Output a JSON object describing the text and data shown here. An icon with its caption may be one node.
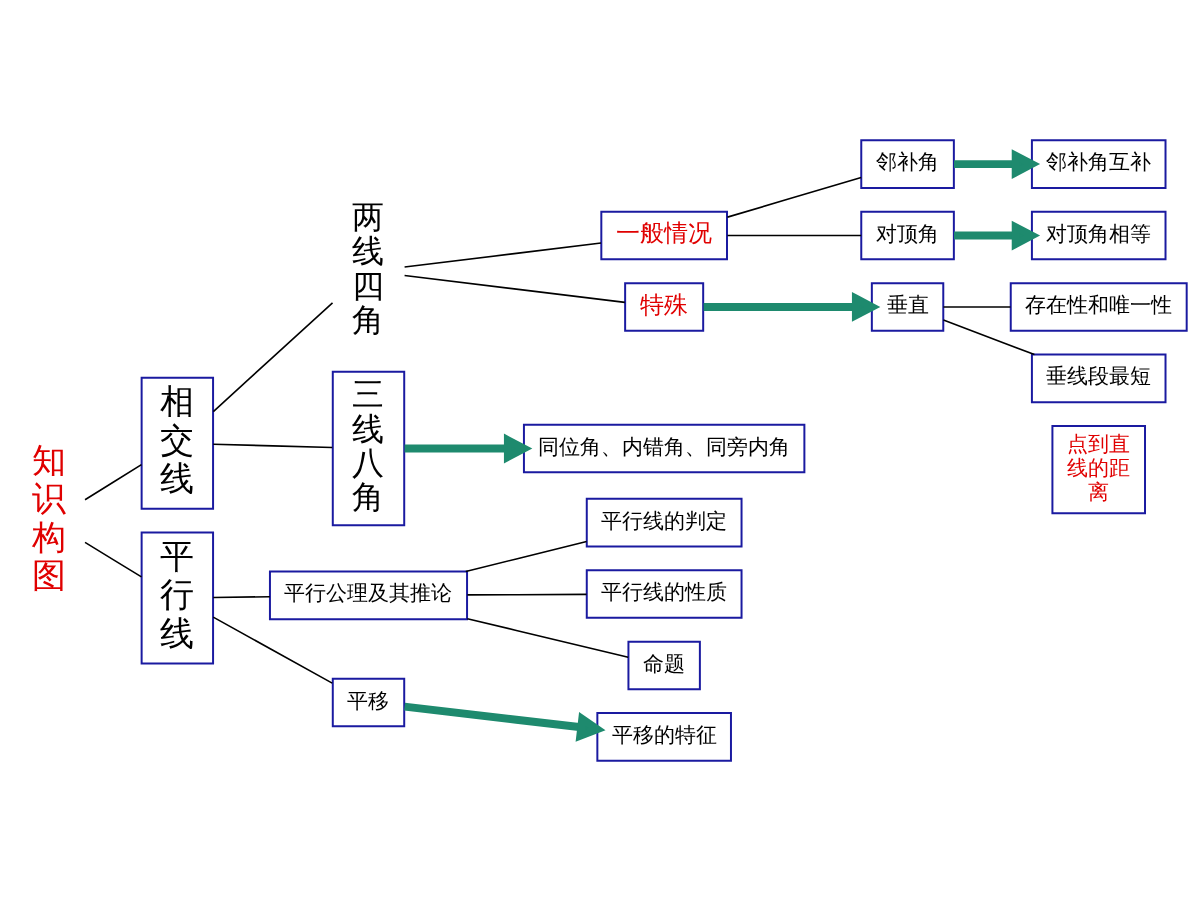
{
  "diagram": {
    "nodes": [
      {
        "text": [
          "知识构图"
        ]
      },
      {
        "text": [
          "相交线"
        ]
      },
      {
        "text": [
          "平行线"
        ]
      },
      {
        "text": [
          "两线四角"
        ]
      },
      {
        "text": [
          "三线八角"
        ]
      },
      {
        "text": [
          "一般情况"
        ]
      },
      {
        "text": [
          "特殊"
        ]
      },
      {
        "text": [
          "邻补角"
        ]
      },
      {
        "text": [
          "对顶角"
        ]
      },
      {
        "text": [
          "邻补角互补"
        ]
      },
      {
        "text": [
          "对顶角相等"
        ]
      },
      {
        "text": [
          "垂直"
        ]
      },
      {
        "text": [
          "存在性和唯一性"
        ]
      },
      {
        "text": [
          "垂线段最短"
        ]
      },
      {
        "text": [
          "点到直线的距离"
        ]
      },
      {
        "text": [
          "同位角、内错角、同旁内角"
        ]
      },
      {
        "text": [
          "平行公理及其推论"
        ]
      },
      {
        "text": [
          "平移"
        ]
      },
      {
        "text": [
          "平行线的判定"
        ]
      },
      {
        "text": [
          "平行线的性质"
        ]
      },
      {
        "text": [
          "命题"
        ]
      },
      {
        "text": [
          "平移的特征"
        ]
      }
    ],
    "edges": [
      {
        "from": 0,
        "to": 1,
        "arrow": "none"
      },
      {
        "from": 0,
        "to": 2,
        "arrow": "none"
      },
      {
        "from": 1,
        "to": 3,
        "arrow": "none"
      },
      {
        "from": 1,
        "to": 4,
        "arrow": "none"
      },
      {
        "from": 3,
        "to": 5,
        "arrow": "none"
      },
      {
        "from": 3,
        "to": 6,
        "arrow": "none"
      },
      {
        "from": 5,
        "to": 7,
        "arrow": "none"
      },
      {
        "from": 5,
        "to": 8,
        "arrow": "none"
      },
      {
        "from": 7,
        "to": 9,
        "arrow": "to",
        "style": "thick",
        "color": "#1e8a6e"
      },
      {
        "from": 8,
        "to": 10,
        "arrow": "to",
        "style": "thick",
        "color": "#1e8a6e"
      },
      {
        "from": 6,
        "to": 11,
        "arrow": "to",
        "style": "thick",
        "color": "#1e8a6e"
      },
      {
        "from": 11,
        "to": 12,
        "arrow": "none"
      },
      {
        "from": 11,
        "to": 13,
        "arrow": "none"
      },
      {
        "from": 4,
        "to": 15,
        "arrow": "to",
        "style": "thick",
        "color": "#1e8a6e"
      },
      {
        "from": 2,
        "to": 16,
        "arrow": "none"
      },
      {
        "from": 2,
        "to": 17,
        "arrow": "none"
      },
      {
        "from": 16,
        "to": 18,
        "arrow": "none"
      },
      {
        "from": 16,
        "to": 19,
        "arrow": "none"
      },
      {
        "from": 16,
        "to": 20,
        "arrow": "none"
      },
      {
        "from": 17,
        "to": 21,
        "arrow": "to",
        "style": "thick",
        "color": "#1e8a6e"
      }
    ]
  }
}
